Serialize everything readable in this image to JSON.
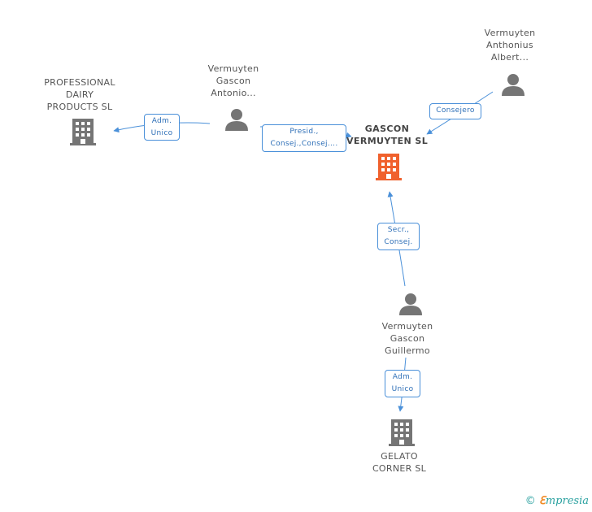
{
  "nodes": {
    "gascon": {
      "lines": [
        "GASCON",
        "VERMUYTEN SL"
      ]
    },
    "professional": {
      "lines": [
        "PROFESSIONAL",
        "DAIRY",
        "PRODUCTS  SL"
      ]
    },
    "gelato": {
      "lines": [
        "GELATO",
        "CORNER  SL"
      ]
    },
    "antonio": {
      "lines": [
        "Vermuyten",
        "Gascon",
        "Antonio..."
      ]
    },
    "anthonius": {
      "lines": [
        "Vermuyten",
        "Anthonius",
        "Albert..."
      ]
    },
    "guillermo": {
      "lines": [
        "Vermuyten",
        "Gascon",
        "Guillermo"
      ]
    }
  },
  "edges": {
    "antonio_professional": {
      "lines": [
        "Adm.",
        "Unico"
      ]
    },
    "antonio_gascon": {
      "lines": [
        "Presid.,",
        "Consej.,Consej...."
      ]
    },
    "anthonius_gascon": {
      "lines": [
        "Consejero"
      ]
    },
    "guillermo_gascon": {
      "lines": [
        "Secr.,",
        "Consej."
      ]
    },
    "guillermo_gelato": {
      "lines": [
        "Adm.",
        "Unico"
      ]
    }
  },
  "footer": {
    "copyright": "©",
    "brand_first": "ℇ",
    "brand_rest": "mpresia"
  },
  "colors": {
    "company": "#757575",
    "main_company": "#f0612d",
    "person": "#757575",
    "edge": "#4a90d9"
  }
}
